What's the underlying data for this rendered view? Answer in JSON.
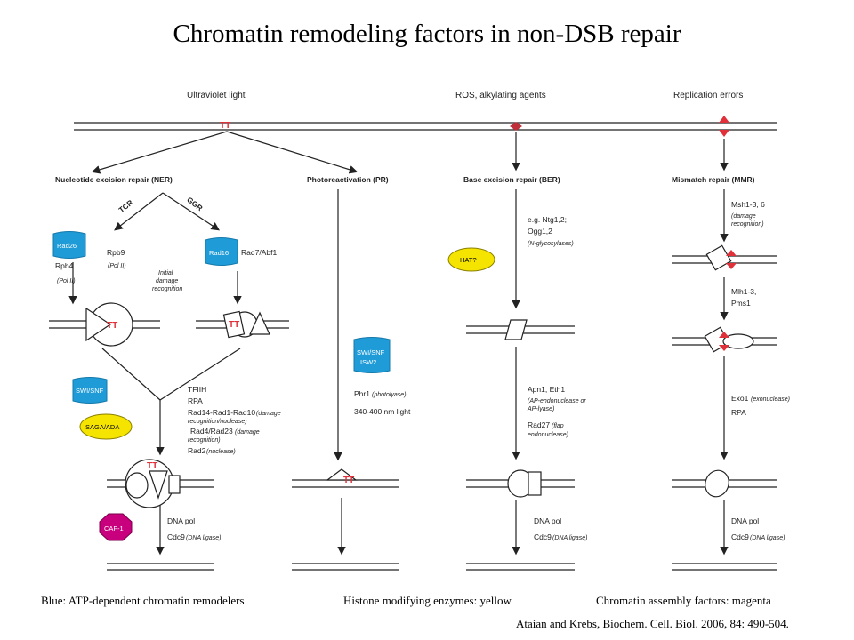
{
  "title": "Chromatin remodeling factors in non-DSB repair",
  "headers": {
    "uv": "Ultraviolet light",
    "ros": "ROS, alkylating agents",
    "rep": "Replication errors"
  },
  "damage_mark": "TT",
  "pathways": {
    "ner": "Nucleotide excision repair (NER)",
    "pr": "Photoreactivation (PR)",
    "ber": "Base excision repair (BER)",
    "mmr": "Mismatch repair (MMR)"
  },
  "ner": {
    "tcr": "TCR",
    "ggr": "GGR",
    "rad26": "Rad26",
    "rad16": "Rad16",
    "rpb9": "Rpb9",
    "pol2a": "(Pol II)",
    "rpb4": "Rpb4",
    "pol2b": "(Pol II)",
    "rad7": "Rad7/Abf1",
    "initial": [
      "Initial",
      "damage",
      "recognition"
    ],
    "swisnf": "SWI/SNF",
    "saga": "SAGA/ADA",
    "tfiih": "TFIIH",
    "rpa": "RPA",
    "rad14": "Rad14-Rad1-Rad10",
    "rad14_note": [
      "(damage",
      "recognition/nuclease)"
    ],
    "rad4": "Rad4/Rad23",
    "rad4_note": [
      "(damage",
      "recognition)"
    ],
    "rad2": "Rad2",
    "rad2_note": "(nuclease)",
    "caf1": "CAF-1",
    "dnapol": "DNA pol",
    "cdc9": "Cdc9",
    "cdc9_note": "(DNA ligase)"
  },
  "pr": {
    "swisnf": "SWI/SNF",
    "isw2": "ISW2",
    "phr1": "Phr1",
    "phr1_note": "(photolyase)",
    "light": "340-400 nm light"
  },
  "ber": {
    "eg": "e.g. Ntg1,2;",
    "ogg": "Ogg1,2",
    "glyco": "(N-glycosylases)",
    "hat": "HAT?",
    "apn": "Apn1, Eth1",
    "apn_note": [
      "(AP-endonuclease or",
      "AP-lyase)"
    ],
    "rad27": "Rad27",
    "rad27_note": [
      "(flap",
      "endonuclease)"
    ],
    "dnapol": "DNA pol",
    "cdc9": "Cdc9",
    "cdc9_note": "(DNA ligase)"
  },
  "mmr": {
    "msh": "Msh1-3, 6",
    "msh_note": [
      "(damage",
      "recognition)"
    ],
    "mlh": "Mlh1-3,",
    "pms": "Pms1",
    "exo": "Exo1",
    "exo_note": "(exonuclease)",
    "rpa": "RPA",
    "dnapol": "DNA pol",
    "cdc9": "Cdc9",
    "cdc9_note": "(DNA ligase)"
  },
  "legend": {
    "blue": "Blue: ATP-dependent chromatin remodelers",
    "yellow": "Histone modifying enzymes: yellow",
    "magenta": "Chromatin assembly factors: magenta"
  },
  "citation": "Ataian and Krebs,  Biochem. Cell. Biol. 2006, 84: 490-504.",
  "colors": {
    "blue": "#1f9bd7",
    "yellow": "#f5e300",
    "magenta": "#c8007d",
    "damage_red": "#e0303a"
  }
}
